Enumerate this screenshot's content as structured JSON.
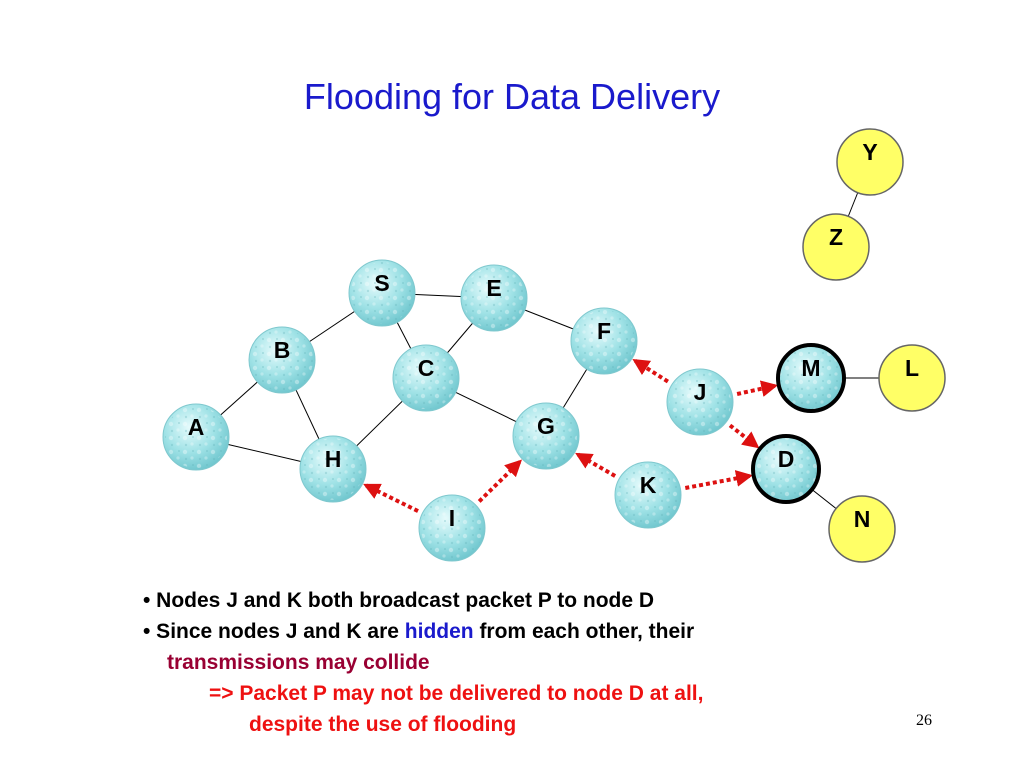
{
  "title": "Flooding for Data Delivery",
  "colors": {
    "title": "#1a1acc",
    "packet_arrow": "#dd1111",
    "hidden": "#1a1acc",
    "collide": "#990033",
    "consequence": "#ee1111",
    "disconnected_node": "#ffff66"
  },
  "diagram": {
    "nodes": [
      {
        "id": "S",
        "style": "bubble"
      },
      {
        "id": "E",
        "style": "bubble"
      },
      {
        "id": "F",
        "style": "bubble"
      },
      {
        "id": "B",
        "style": "bubble"
      },
      {
        "id": "C",
        "style": "bubble"
      },
      {
        "id": "M",
        "style": "bubble-bold"
      },
      {
        "id": "L",
        "style": "yellow"
      },
      {
        "id": "J",
        "style": "bubble"
      },
      {
        "id": "A",
        "style": "bubble"
      },
      {
        "id": "G",
        "style": "bubble"
      },
      {
        "id": "H",
        "style": "bubble"
      },
      {
        "id": "D",
        "style": "bubble-bold"
      },
      {
        "id": "K",
        "style": "bubble"
      },
      {
        "id": "I",
        "style": "bubble"
      },
      {
        "id": "N",
        "style": "yellow"
      },
      {
        "id": "Y",
        "style": "yellow"
      },
      {
        "id": "Z",
        "style": "yellow"
      }
    ],
    "links": [
      [
        "S",
        "E"
      ],
      [
        "S",
        "B"
      ],
      [
        "S",
        "C"
      ],
      [
        "E",
        "C"
      ],
      [
        "E",
        "F"
      ],
      [
        "B",
        "A"
      ],
      [
        "B",
        "H"
      ],
      [
        "A",
        "H"
      ],
      [
        "C",
        "H"
      ],
      [
        "C",
        "G"
      ],
      [
        "F",
        "G"
      ],
      [
        "M",
        "L"
      ],
      [
        "D",
        "N"
      ],
      [
        "Y",
        "Z"
      ]
    ],
    "transmissions": [
      {
        "from": "I",
        "to": "H"
      },
      {
        "from": "I",
        "to": "G"
      },
      {
        "from": "J",
        "to": "F"
      },
      {
        "from": "J",
        "to": "M"
      },
      {
        "from": "J",
        "to": "D"
      },
      {
        "from": "K",
        "to": "G"
      },
      {
        "from": "K",
        "to": "D"
      }
    ]
  },
  "bullets": {
    "b1": "• Nodes J and K both broadcast packet P to node D",
    "b2_pre": "• Since nodes J and K are ",
    "b2_hidden": "hidden",
    "b2_post": " from each other, their",
    "b3": "transmissions may collide",
    "b4": "=> Packet P may not be delivered to node D at all,",
    "b5": "despite the use of flooding"
  },
  "page_number": "26"
}
